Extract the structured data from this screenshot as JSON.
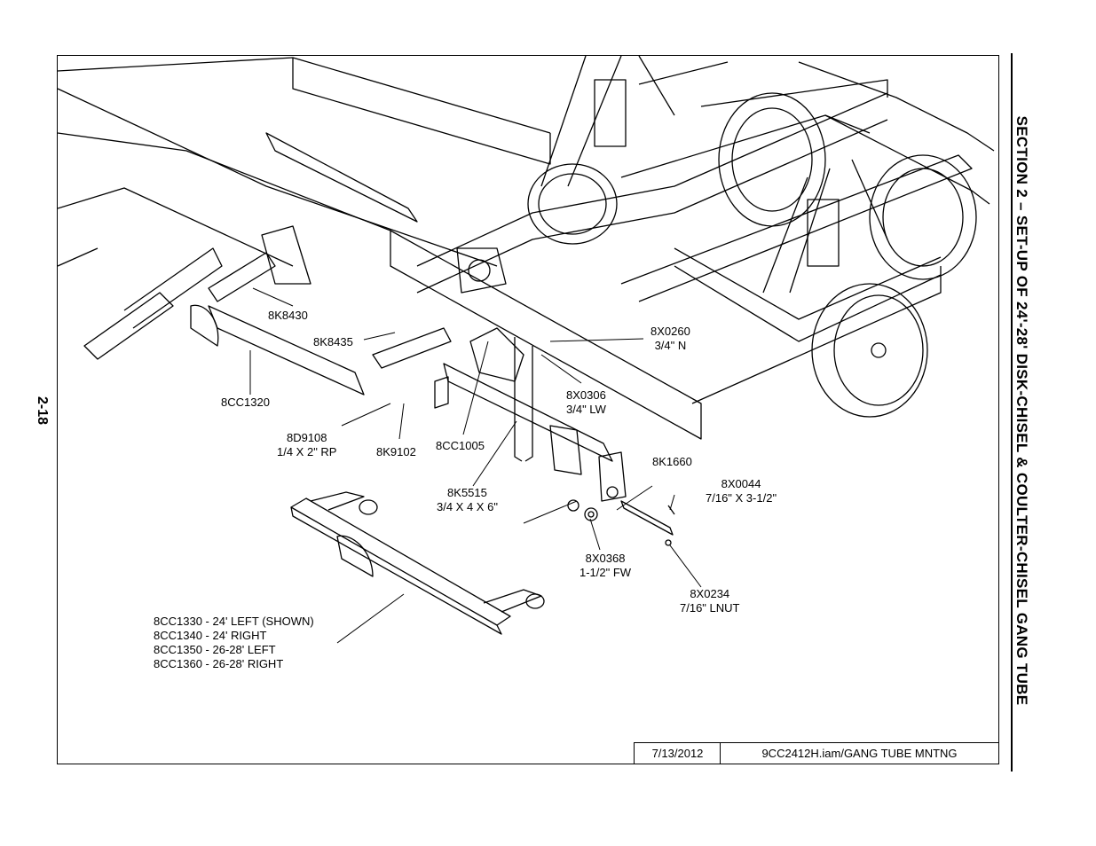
{
  "section_title": "SECTION 2 – SET-UP OF 24'-28' DISK-CHISEL & COULTER-CHISEL GANG TUBE",
  "page_number": "2-18",
  "title_block": {
    "date": "7/13/2012",
    "file": "9CC2412H.iam/GANG TUBE MNTNG"
  },
  "callouts": {
    "k8430": "8K8430",
    "k8435": "8K8435",
    "cc1320": "8CC1320",
    "d9108": "8D9108",
    "d9108_desc": "1/4 X 2\" RP",
    "k9102": "8K9102",
    "cc1005": "8CC1005",
    "k5515": "8K5515",
    "k5515_desc": "3/4 X 4 X 6\"",
    "x0260": "8X0260",
    "x0260_desc": "3/4\" N",
    "x0306": "8X0306",
    "x0306_desc": "3/4\" LW",
    "k1660": "8K1660",
    "x0044": "8X0044",
    "x0044_desc": "7/16\" X 3-1/2\"",
    "x0368": "8X0368",
    "x0368_desc": "1-1/2\" FW",
    "x0234": "8X0234",
    "x0234_desc": "7/16\" LNUT",
    "gang_tube_lines": [
      "8CC1330 - 24' LEFT (SHOWN)",
      "8CC1340 - 24' RIGHT",
      "8CC1350 - 26-28' LEFT",
      "8CC1360 - 26-28' RIGHT"
    ]
  }
}
